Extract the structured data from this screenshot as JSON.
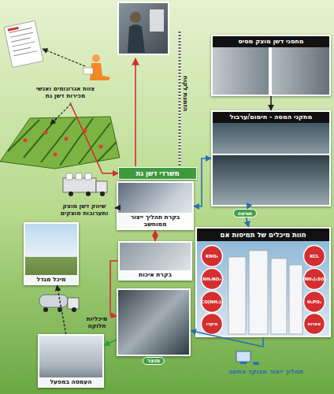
{
  "diagram": {
    "nodes": [
      {
        "text": [
          "מחסני דשן מוצק מסיס"
        ]
      },
      {
        "text": [
          "מתקני המסה - חימום/ערבול"
        ]
      },
      {
        "text": [
          "תמיסה"
        ]
      },
      {
        "text": [
          "חוות מיכלים של תמיסות אם"
        ]
      },
      {
        "text": [
          "KNO₃"
        ],
        "in": 3
      },
      {
        "text": [
          "KCL"
        ],
        "in": 3
      },
      {
        "text": [
          "NH₄NO₃"
        ],
        "in": 3
      },
      {
        "text": [
          "(NH₄)₂SO₄"
        ],
        "in": 3
      },
      {
        "text": [
          "CO(NH₂)₂"
        ],
        "in": 3
      },
      {
        "text": [
          "H₃PO₄"
        ],
        "in": 3
      },
      {
        "text": [
          "מיקרו"
        ],
        "in": 3
      },
      {
        "text": [
          "אחרות"
        ],
        "in": 3
      },
      {
        "text": [
          "צוות אגרונומים ואנשי מכירות דשן גת"
        ]
      },
      {
        "text": [
          "משרדי דשן גת"
        ]
      },
      {
        "text": [
          "בקרת תהליך ייצור ממוחשב"
        ]
      },
      {
        "text": [
          "בקרת איכות"
        ]
      },
      {
        "text": [
          "שיווק דשן מוצק ותערובות מוצקים"
        ]
      },
      {
        "text": [
          "מיכל מגדל"
        ]
      },
      {
        "text": [
          "מוצר"
        ]
      },
      {
        "text": [
          "העמסה במפעל"
        ]
      }
    ],
    "edges": [
      {
        "from": 0,
        "to": 1,
        "arrow": "to"
      },
      {
        "from": 1,
        "to": 2,
        "arrow": "to"
      },
      {
        "from": 2,
        "to": 3,
        "arrow": "to"
      },
      {
        "from": 1,
        "to": 14,
        "arrow": "both"
      },
      {
        "from": 14,
        "to": 15,
        "arrow": "both"
      },
      {
        "from": 12,
        "to": 13,
        "arrow": "to"
      },
      {
        "from": 14,
        "to": 16,
        "arrow": "to"
      },
      {
        "from": 3,
        "to": 18,
        "arrow": "to"
      },
      {
        "from": 18,
        "to": 19,
        "arrow": "to"
      },
      {
        "from": 19,
        "to": 17,
        "label": "מיכליות חלוקה",
        "arrow": "to"
      },
      {
        "from": 15,
        "to": 18,
        "arrow": "to"
      }
    ],
    "labels": [
      "הזמנת לקוח",
      "תהליך ייצור מבוקר מחשב"
    ]
  }
}
